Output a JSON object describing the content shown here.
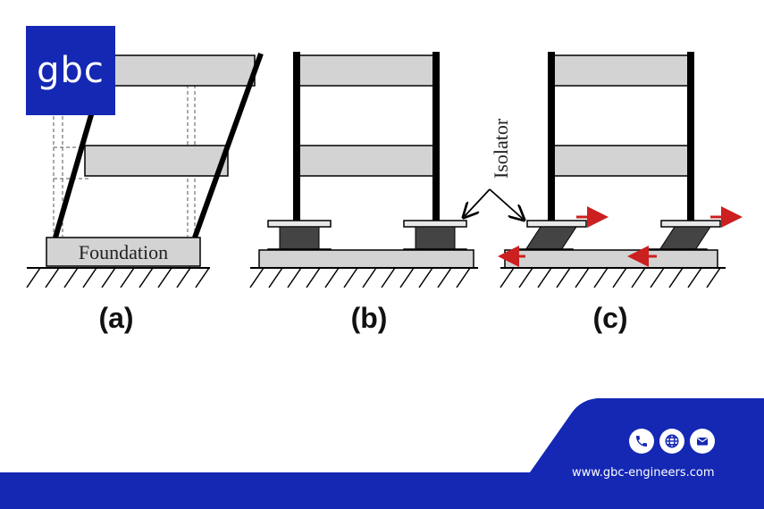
{
  "logo": {
    "text": "gbc"
  },
  "diagram": {
    "foundation_label": "Foundation",
    "isolator_label": "Isolator",
    "panels": [
      {
        "id": "a",
        "label": "(a)"
      },
      {
        "id": "b",
        "label": "(b)"
      },
      {
        "id": "c",
        "label": "(c)"
      }
    ]
  },
  "footer": {
    "website": "www.gbc-engineers.com",
    "icons": [
      "phone-icon",
      "globe-icon",
      "mail-icon"
    ]
  },
  "colors": {
    "brand_blue": "#1428b4",
    "slab_gray": "#d3d3d3",
    "isolator_dark": "#444444",
    "arrow_red": "#cc1f1f"
  }
}
